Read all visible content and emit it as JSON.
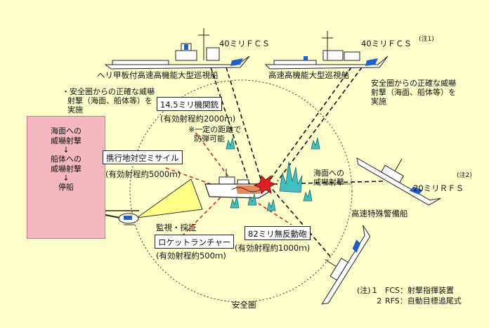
{
  "ships": {
    "heli_cutter": {
      "label": "ヘリ甲板付高速高機能大型巡視船",
      "fcs": "40ミリＦＣＳ"
    },
    "hs_cutter": {
      "label": "高速高機能大型巡視船",
      "fcs": "40ミリＦＣＳ",
      "note_mark": "(注1)"
    },
    "special_boat": {
      "label": "高速特殊警備船",
      "rfs": "20ミリＲＦＳ",
      "note_mark": "(注2)"
    }
  },
  "notes_left": [
    "・安全圏からの正確な威嚇",
    "射撃（海面、船体等）を",
    "実施"
  ],
  "notes_right": [
    "安全圏からの正確な威嚇",
    "射撃（海面、船体等）を",
    "実施"
  ],
  "flow": {
    "steps": [
      "海面への",
      "威嚇射撃",
      "船体への",
      "威嚇射撃",
      "停船"
    ],
    "arrow": "↓"
  },
  "weapons": {
    "mg145": {
      "name": "14.5ミリ機関銃",
      "range": "(有効射程約2000ｍ)"
    },
    "manpads": {
      "name": "携行地対空ミサイル",
      "range": "(有効射程約5000ｍ)"
    },
    "rocket": {
      "name": "ロケットランチャー",
      "range": "(有効射程約500ｍ)"
    },
    "rr82": {
      "name": "82ミリ無反動砲",
      "range": "(有効射程約1000ｍ)"
    }
  },
  "bulletproof_note": [
    "※一定の距離で",
    "防弾可能"
  ],
  "warning_shot": [
    "海面への",
    "威嚇射撃"
  ],
  "surveillance": "監視・採証",
  "safe_zone": "安全圏",
  "footnotes": [
    {
      "mark": "(注)１",
      "text": "FCS：射撃指揮装置"
    },
    {
      "mark": "２",
      "text": "RFS：自動目標追尾式"
    }
  ],
  "colors": {
    "background": "#ffffcc",
    "flow_box": "#f5b8c0",
    "ship_stripe": "#2060c0",
    "threat_line": "#e02020",
    "splash": "#40c0c0"
  }
}
